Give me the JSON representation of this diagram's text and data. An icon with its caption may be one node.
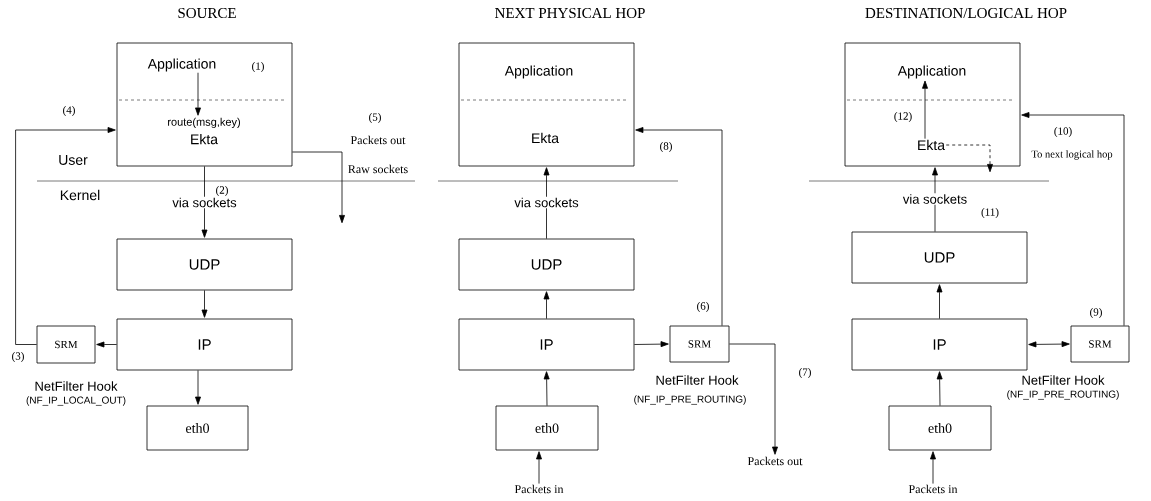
{
  "diagram": {
    "nodes": [
      {
        "text": [],
        "shape": "box"
      },
      {
        "text": [
          "Application"
        ],
        "in": 0
      },
      {
        "text": [
          "route(msg,key)",
          "Ekta"
        ],
        "in": 0
      },
      {
        "text": [
          "UDP"
        ]
      },
      {
        "text": [
          "IP"
        ]
      },
      {
        "text": [
          "SRM"
        ],
        "beside": [
          "NetFilter Hook",
          "(NF_IP_LOCAL_OUT)"
        ]
      },
      {
        "text": [
          "eth0"
        ]
      },
      {
        "text": [],
        "shape": "box"
      },
      {
        "text": [
          "Application"
        ],
        "in": 7
      },
      {
        "text": [
          "Ekta"
        ],
        "in": 7
      },
      {
        "text": [
          "UDP"
        ]
      },
      {
        "text": [
          "IP"
        ]
      },
      {
        "text": [
          "SRM"
        ],
        "beside": [
          "NetFilter Hook",
          "(NF_IP_PRE_ROUTING)"
        ]
      },
      {
        "text": [
          "eth0"
        ]
      },
      {
        "text": [
          "Packets out"
        ]
      },
      {
        "text": [
          "Packets in"
        ]
      },
      {
        "text": [],
        "shape": "box"
      },
      {
        "text": [
          "Application"
        ],
        "in": 16
      },
      {
        "text": [
          "Ekta"
        ],
        "in": 16
      },
      {
        "text": [
          "UDP"
        ]
      },
      {
        "text": [
          "IP"
        ]
      },
      {
        "text": [
          "SRM"
        ],
        "beside": [
          "NetFilter Hook",
          "(NF_IP_PRE_ROUTING)"
        ]
      },
      {
        "text": [
          "eth0"
        ]
      },
      {
        "text": [
          "Packets in"
        ]
      }
    ],
    "edges": [
      {
        "from": 1,
        "to": 2,
        "arrow": "to"
      },
      {
        "from": 0,
        "to": 3,
        "arrow": "to",
        "label": "via sockets"
      },
      {
        "from": 3,
        "to": 4,
        "arrow": "to"
      },
      {
        "from": 4,
        "to": 5,
        "arrow": "to"
      },
      {
        "from": 5,
        "to": 0,
        "arrow": "to"
      },
      {
        "from": 4,
        "to": 6,
        "arrow": "to"
      },
      {
        "from": 0,
        "to": null,
        "arrow": "to"
      },
      {
        "from": 15,
        "to": 13,
        "arrow": "to"
      },
      {
        "from": 13,
        "to": 11,
        "arrow": "to"
      },
      {
        "from": 11,
        "to": 10,
        "arrow": "to"
      },
      {
        "from": 10,
        "to": 7,
        "arrow": "to",
        "label": "via sockets"
      },
      {
        "from": 11,
        "to": 12,
        "arrow": "to"
      },
      {
        "from": 12,
        "to": 7,
        "arrow": "to"
      },
      {
        "from": 12,
        "to": 14,
        "arrow": "to"
      },
      {
        "from": 23,
        "to": 22,
        "arrow": "to"
      },
      {
        "from": 22,
        "to": 20,
        "arrow": "to"
      },
      {
        "from": 20,
        "to": 19,
        "arrow": "to"
      },
      {
        "from": 19,
        "to": 16,
        "arrow": "to",
        "label": "via sockets"
      },
      {
        "from": 20,
        "to": 21,
        "arrow": "both"
      },
      {
        "from": 21,
        "to": 16,
        "arrow": "to"
      },
      {
        "from": 18,
        "to": 17,
        "arrow": "to"
      },
      {
        "from": 18,
        "to": null,
        "arrow": "to",
        "style": "dashed"
      }
    ],
    "labels": [
      "SOURCE",
      "NEXT PHYSICAL HOP",
      "DESTINATION/LOGICAL HOP",
      "(1)",
      "(4)",
      "(5)",
      "Packets out",
      "User",
      "Raw sockets",
      "Kernel",
      "(2)",
      "(3)",
      "(8)",
      "(6)",
      "(7)",
      "(12)",
      "(10)",
      "To next logical hop",
      "(11)",
      "(9)"
    ]
  }
}
